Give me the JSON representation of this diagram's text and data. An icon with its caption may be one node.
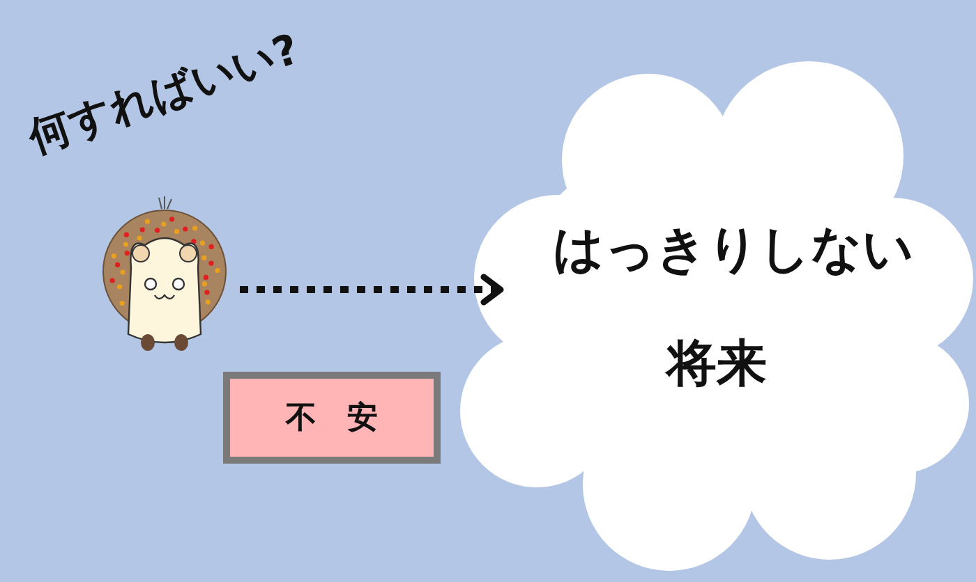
{
  "diagram": {
    "nodes": [
      {
        "text": [],
        "shape": "picture"
      },
      {
        "text": [
          "はっきりしない",
          "将来"
        ]
      },
      {
        "text": [
          "不　安"
        ]
      }
    ],
    "edges": [
      {
        "from": 0,
        "to": 1,
        "arrow": "to",
        "style": "dashed"
      }
    ],
    "labels": [
      "何すればいい?"
    ]
  }
}
